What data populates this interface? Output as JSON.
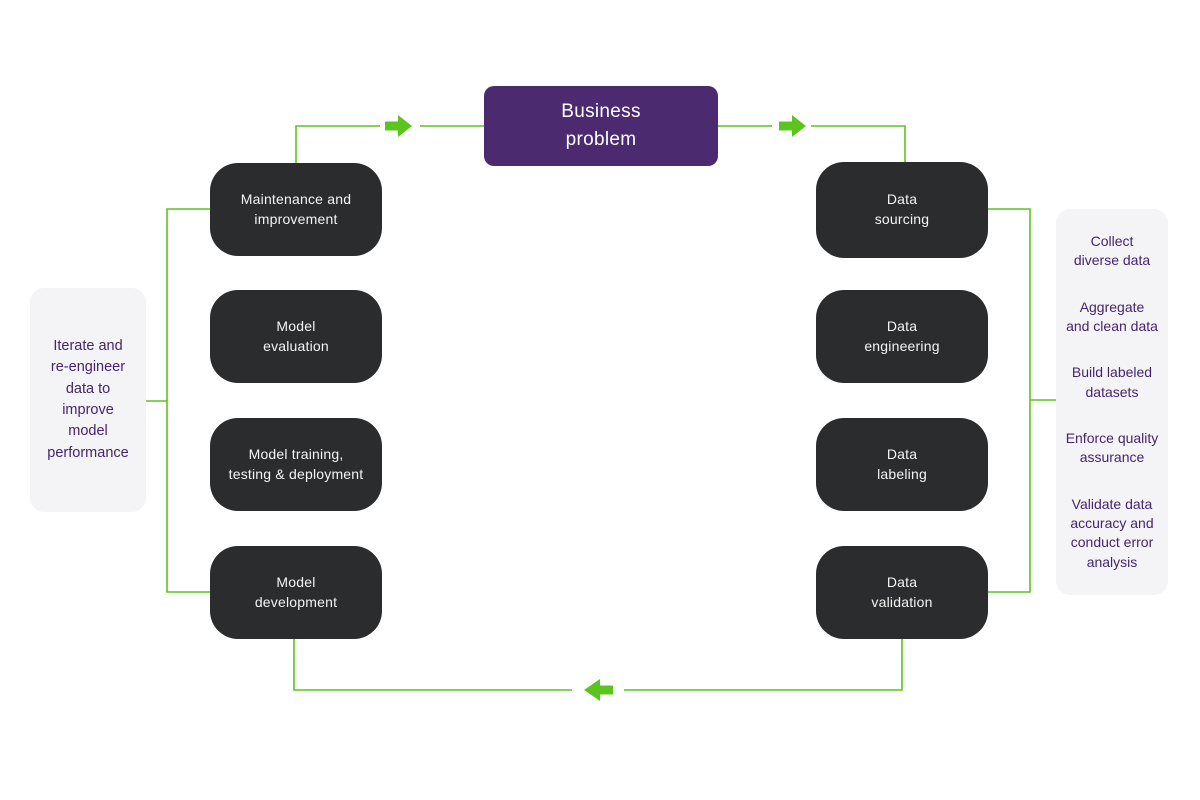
{
  "diagram": {
    "business_problem": {
      "label": "Business\nproblem"
    },
    "left_column": {
      "items": [
        {
          "label": "Maintenance and\nimprovement"
        },
        {
          "label": "Model\nevaluation"
        },
        {
          "label": "Model training,\ntesting & deployment"
        },
        {
          "label": "Model\ndevelopment"
        }
      ]
    },
    "right_column": {
      "items": [
        {
          "label": "Data\nsourcing"
        },
        {
          "label": "Data\nengineering"
        },
        {
          "label": "Data\nlabeling"
        },
        {
          "label": "Data\nvalidation"
        }
      ]
    },
    "left_panel": {
      "text": "Iterate and\nre-engineer\ndata to\nimprove\nmodel\nperformance"
    },
    "right_panel": {
      "items": [
        "Collect\ndiverse data",
        "Aggregate\nand clean data",
        "Build labeled\ndatasets",
        "Enforce quality\nassurance",
        "Validate data\naccuracy and\nconduct error\nanalysis"
      ]
    },
    "colors": {
      "node_dark": "#2b2c2d",
      "node_purple": "#4b2a70",
      "connector_green": "#5cc41e",
      "panel_background": "#f4f4f7",
      "panel_text": "#44256e",
      "node_text": "#ffffff"
    }
  }
}
